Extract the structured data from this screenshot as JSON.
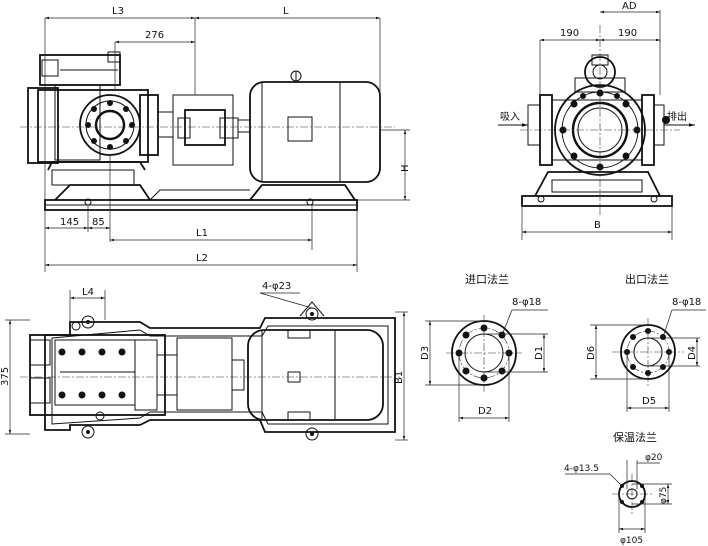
{
  "front_view": {
    "dims": {
      "L3": "L3",
      "L": "L",
      "d276": "276",
      "H": "H",
      "d145": "145",
      "d85": "85",
      "L1": "L1",
      "L2": "L2"
    }
  },
  "side_view": {
    "dims": {
      "AD": "AD",
      "left190": "190",
      "right190": "190",
      "B": "B"
    },
    "inlet_label": "吸入",
    "outlet_label": "排出"
  },
  "plan_view": {
    "dims": {
      "L4": "L4",
      "holes": "4-φ23",
      "d375": "375",
      "B1": "B1"
    }
  },
  "inlet_flange": {
    "title": "进口法兰",
    "dims": {
      "bolts": "8-φ18",
      "D3": "D3",
      "D1": "D1",
      "D2": "D2"
    }
  },
  "outlet_flange": {
    "title": "出口法兰",
    "dims": {
      "bolts": "8-φ18",
      "D6": "D6",
      "D4": "D4",
      "D5": "D5"
    }
  },
  "heating_flange": {
    "title": "保温法兰",
    "dims": {
      "d20": "φ20",
      "bolts": "4-φ13.5",
      "d75": "φ75",
      "d105": "φ105"
    }
  }
}
